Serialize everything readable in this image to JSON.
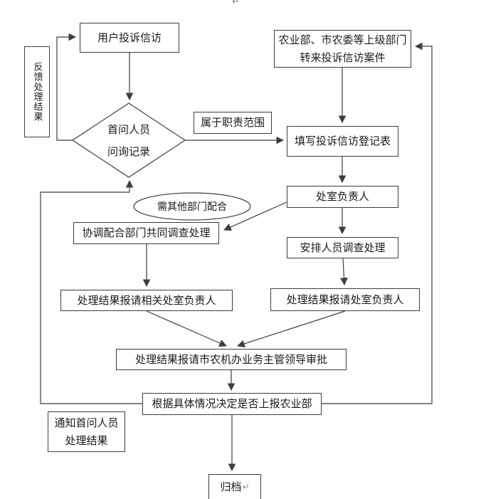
{
  "colors": {
    "background": "#ffffff",
    "line": "#3d3d3d",
    "text": "#1a1a1a",
    "mark": "#8a8a8a"
  },
  "nodes": {
    "user_complaint": "用户投诉信访",
    "upper_dept_1": "农业部、市农委等上级部门",
    "upper_dept_2": "转来投诉信访案件",
    "feedback_vertical": "反馈处理结果",
    "diamond_1": "首问人员",
    "diamond_2": "问询记录",
    "scope_label": "属于职责范围",
    "register_form": "填写投诉信访登记表",
    "need_coop": "需其他部门配合",
    "dept_head": "处室负责人",
    "coordinate": "协调配合部门共同调查处理",
    "assign": "安排人员调查处理",
    "report_related": "处理结果报请相关处室负责人",
    "report_dept": "处理结果报请处室负责人",
    "approval": "处理结果报请市农机办业务主管领导审批",
    "decide": "根据具体情况决定是否上报农业部",
    "notify_1": "通知首问人员",
    "notify_2": "处理结果",
    "archive": "归档"
  },
  "marks": {
    "return_top": "↵",
    "return_archive": "↵"
  }
}
